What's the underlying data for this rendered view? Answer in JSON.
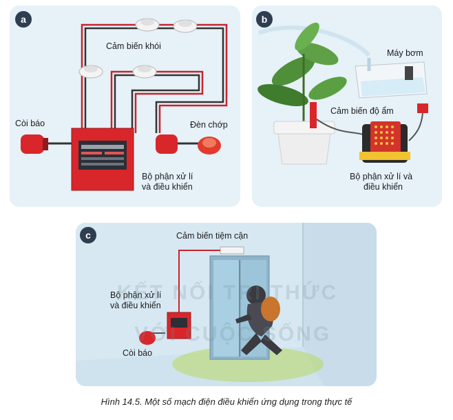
{
  "panel_a": {
    "badge": "a",
    "smoke_sensor_label": "Cảm biến khói",
    "alarm_label": "Còi báo",
    "strobe_label": "Đèn chớp",
    "controller_label_line1": "Bộ phận xử lí",
    "controller_label_line2": "và điều khiển"
  },
  "panel_b": {
    "badge": "b",
    "pump_label": "Máy bơm",
    "moisture_sensor_label": "Cảm biến độ ẩm",
    "controller_label_line1": "Bộ phận xử lí và",
    "controller_label_line2": "điều khiển"
  },
  "panel_c": {
    "badge": "c",
    "proximity_sensor_label": "Cảm biến tiệm cận",
    "controller_label_line1": "Bộ phận xử lí",
    "controller_label_line2": "và điều khiển",
    "alarm_label": "Còi báo"
  },
  "watermark": {
    "line1": "KẾT NỐI TRI THỨC",
    "line2": "VỚI CUỘC SỐNG"
  },
  "caption": "Hình 14.5. Một số mạch điện điều khiển ứng dụng trong thực tế",
  "colors": {
    "panel_bg": "#e6f1f8",
    "badge_bg": "#2f3d50",
    "wire_red": "#c8232c",
    "wire_dark": "#333333",
    "alarm_red": "#d9262b"
  }
}
